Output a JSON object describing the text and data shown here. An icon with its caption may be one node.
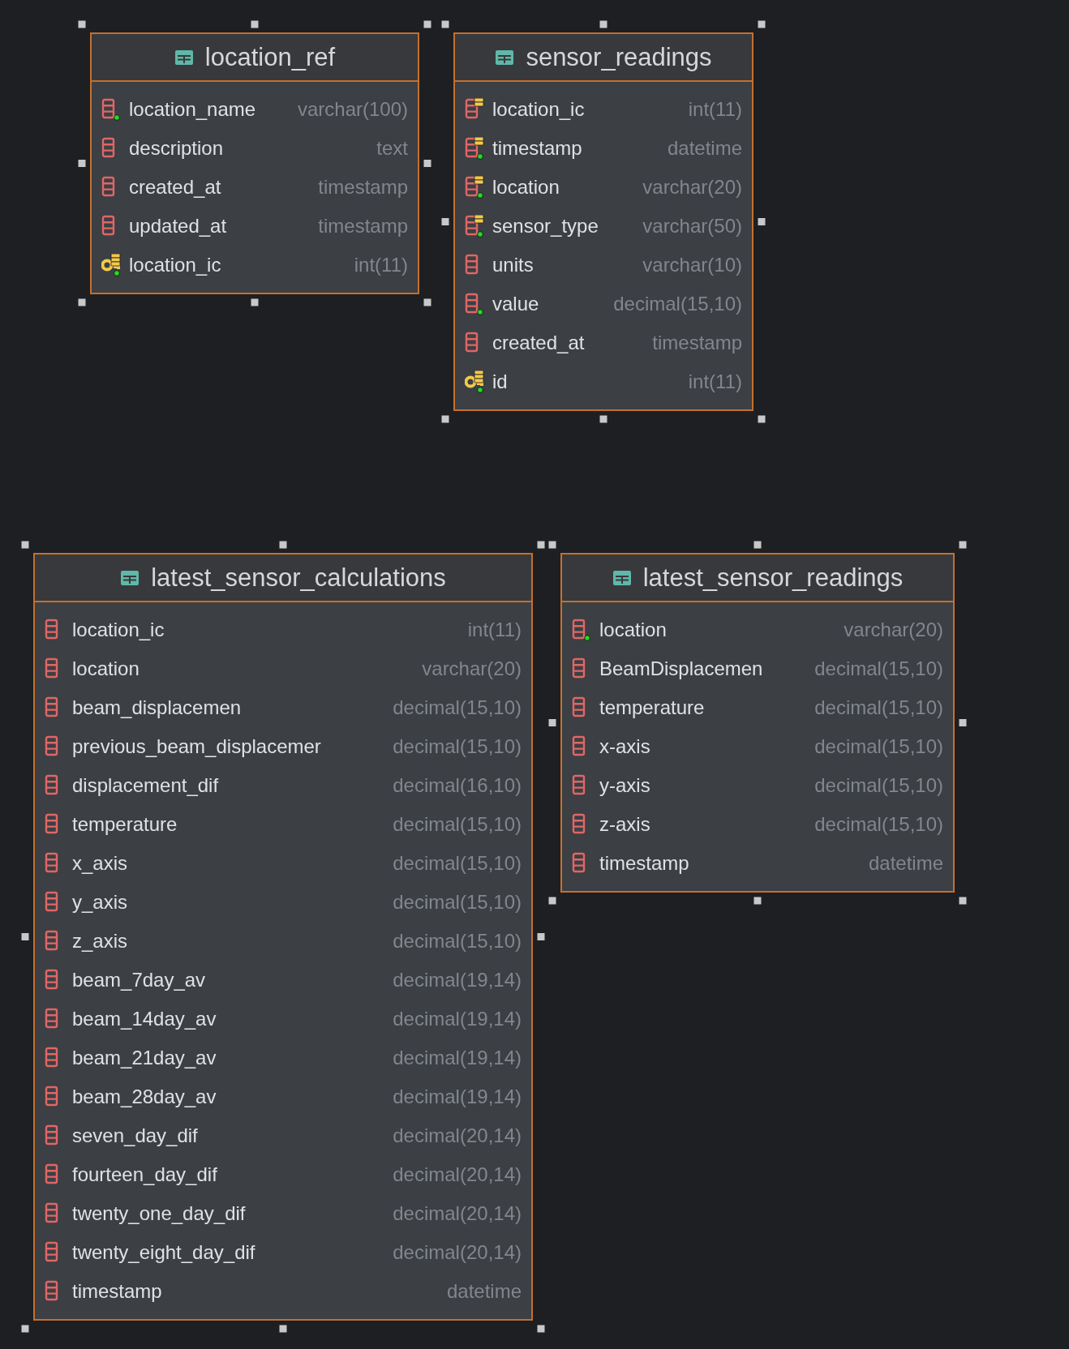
{
  "diagram": {
    "nodes": [
      {
        "text": [
          "location_ref"
        ]
      },
      {
        "text": [
          "location_name",
          "varchar(100)"
        ],
        "in": 0
      },
      {
        "text": [
          "description",
          "text"
        ],
        "in": 0
      },
      {
        "text": [
          "created_at",
          "timestamp"
        ],
        "in": 0
      },
      {
        "text": [
          "updated_at",
          "timestamp"
        ],
        "in": 0
      },
      {
        "text": [
          "location_ic",
          "int(11)"
        ],
        "in": 0
      },
      {
        "text": [
          "sensor_readings"
        ]
      },
      {
        "text": [
          "location_ic",
          "int(11)"
        ],
        "in": 6
      },
      {
        "text": [
          "timestamp",
          "datetime"
        ],
        "in": 6
      },
      {
        "text": [
          "location",
          "varchar(20)"
        ],
        "in": 6
      },
      {
        "text": [
          "sensor_type",
          "varchar(50)"
        ],
        "in": 6
      },
      {
        "text": [
          "units",
          "varchar(10)"
        ],
        "in": 6
      },
      {
        "text": [
          "value",
          "decimal(15,10)"
        ],
        "in": 6
      },
      {
        "text": [
          "created_at",
          "timestamp"
        ],
        "in": 6
      },
      {
        "text": [
          "id",
          "int(11)"
        ],
        "in": 6
      },
      {
        "text": [
          "latest_sensor_calculations"
        ]
      },
      {
        "text": [
          "location_ic",
          "int(11)"
        ],
        "in": 15
      },
      {
        "text": [
          "location",
          "varchar(20)"
        ],
        "in": 15
      },
      {
        "text": [
          "beam_displacemen",
          "decimal(15,10)"
        ],
        "in": 15
      },
      {
        "text": [
          "previous_beam_displacemer",
          "decimal(15,10)"
        ],
        "in": 15
      },
      {
        "text": [
          "displacement_dif",
          "decimal(16,10)"
        ],
        "in": 15
      },
      {
        "text": [
          "temperature",
          "decimal(15,10)"
        ],
        "in": 15
      },
      {
        "text": [
          "x_axis",
          "decimal(15,10)"
        ],
        "in": 15
      },
      {
        "text": [
          "y_axis",
          "decimal(15,10)"
        ],
        "in": 15
      },
      {
        "text": [
          "z_axis",
          "decimal(15,10)"
        ],
        "in": 15
      },
      {
        "text": [
          "beam_7day_av",
          "decimal(19,14)"
        ],
        "in": 15
      },
      {
        "text": [
          "beam_14day_av",
          "decimal(19,14)"
        ],
        "in": 15
      },
      {
        "text": [
          "beam_21day_av",
          "decimal(19,14)"
        ],
        "in": 15
      },
      {
        "text": [
          "beam_28day_av",
          "decimal(19,14)"
        ],
        "in": 15
      },
      {
        "text": [
          "seven_day_dif",
          "decimal(20,14)"
        ],
        "in": 15
      },
      {
        "text": [
          "fourteen_day_dif",
          "decimal(20,14)"
        ],
        "in": 15
      },
      {
        "text": [
          "twenty_one_day_dif",
          "decimal(20,14)"
        ],
        "in": 15
      },
      {
        "text": [
          "twenty_eight_day_dif",
          "decimal(20,14)"
        ],
        "in": 15
      },
      {
        "text": [
          "timestamp",
          "datetime"
        ],
        "in": 15
      },
      {
        "text": [
          "latest_sensor_readings"
        ]
      },
      {
        "text": [
          "location",
          "varchar(20)"
        ],
        "in": 34
      },
      {
        "text": [
          "BeamDisplacemen",
          "decimal(15,10)"
        ],
        "in": 34
      },
      {
        "text": [
          "temperature",
          "decimal(15,10)"
        ],
        "in": 34
      },
      {
        "text": [
          "x-axis",
          "decimal(15,10)"
        ],
        "in": 34
      },
      {
        "text": [
          "y-axis",
          "decimal(15,10)"
        ],
        "in": 34
      },
      {
        "text": [
          "z-axis",
          "decimal(15,10)"
        ],
        "in": 34
      },
      {
        "text": [
          "timestamp",
          "datetime"
        ],
        "in": 34
      }
    ],
    "edges": []
  }
}
